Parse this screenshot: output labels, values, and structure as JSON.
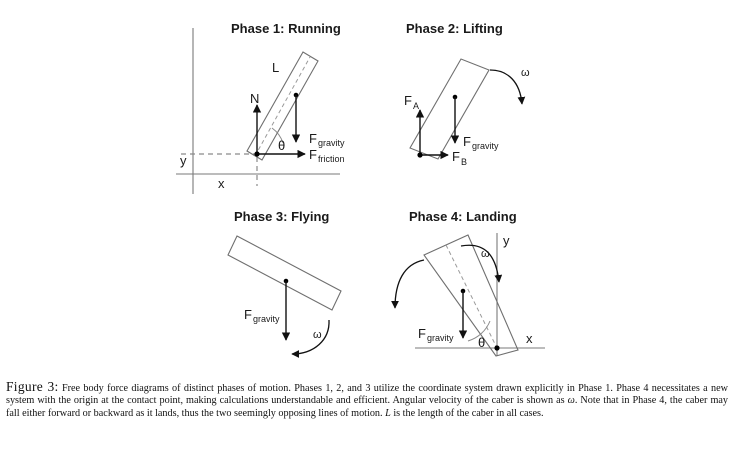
{
  "figure": {
    "label": "Figure 3:",
    "caption_text": " Free body force diagrams of distinct phases of motion. Phases 1, 2, and 3 utilize the coordinate system drawn explicitly in Phase 1. Phase 4 necessitates a new system with the origin at the contact point, making calculations understandable and efficient. Angular velocity of the caber is shown as ",
    "caption_omega": "ω",
    "caption_text2": ". Note that in Phase 4, the caber may fall either forward or backward as it lands, thus the two seemingly opposing lines of motion. ",
    "caption_L": "L",
    "caption_text3": " is the length of the caber in all cases."
  },
  "colors": {
    "background": "#ffffff",
    "ink": "#111111",
    "axis_gray": "#7a7a7a",
    "caber_gray": "#6f6f6f",
    "title_ink": "#1a1a1a"
  },
  "panels": [
    {
      "id": "phase-1",
      "title": "Phase 1: Running",
      "labels": {
        "length": "L",
        "normal": "N",
        "theta": "θ",
        "x_axis": "x",
        "y_axis": "y",
        "f_gravity": "F",
        "f_gravity_sub": "gravity",
        "f_friction": "F",
        "f_friction_sub": "friction"
      }
    },
    {
      "id": "phase-2",
      "title": "Phase 2: Lifting",
      "labels": {
        "f_a": "F",
        "f_a_sub": "A",
        "f_b": "F",
        "f_b_sub": "B",
        "f_gravity": "F",
        "f_gravity_sub": "gravity",
        "omega": "ω"
      }
    },
    {
      "id": "phase-3",
      "title": "Phase 3: Flying",
      "labels": {
        "f_gravity": "F",
        "f_gravity_sub": "gravity",
        "omega": "ω"
      }
    },
    {
      "id": "phase-4",
      "title": "Phase 4: Landing",
      "labels": {
        "f_gravity": "F",
        "f_gravity_sub": "gravity",
        "omega": "ω",
        "theta": "θ",
        "x_axis": "x",
        "y_axis": "y"
      }
    }
  ]
}
